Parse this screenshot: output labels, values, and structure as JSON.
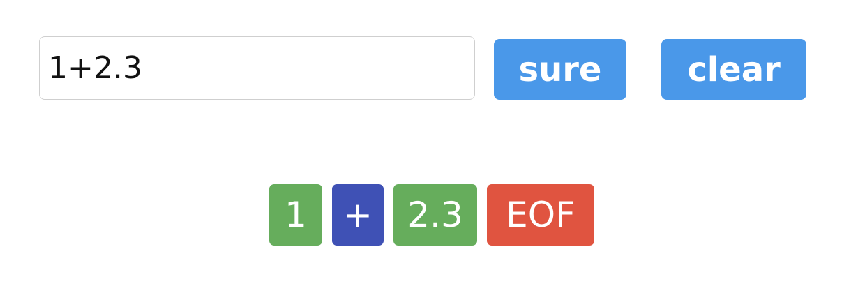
{
  "input": {
    "value": "1+2.3"
  },
  "buttons": {
    "sure_label": "sure",
    "clear_label": "clear"
  },
  "colors": {
    "button": "#4a98e9",
    "number_token": "#66ad5c",
    "operator_token": "#3f51b5",
    "eof_token": "#e05440"
  },
  "tokens": [
    {
      "text": "1",
      "kind": "number",
      "color": "#66ad5c"
    },
    {
      "text": "+",
      "kind": "operator",
      "color": "#3f51b5"
    },
    {
      "text": "2.3",
      "kind": "number",
      "color": "#66ad5c"
    },
    {
      "text": "EOF",
      "kind": "eof",
      "color": "#e05440"
    }
  ]
}
